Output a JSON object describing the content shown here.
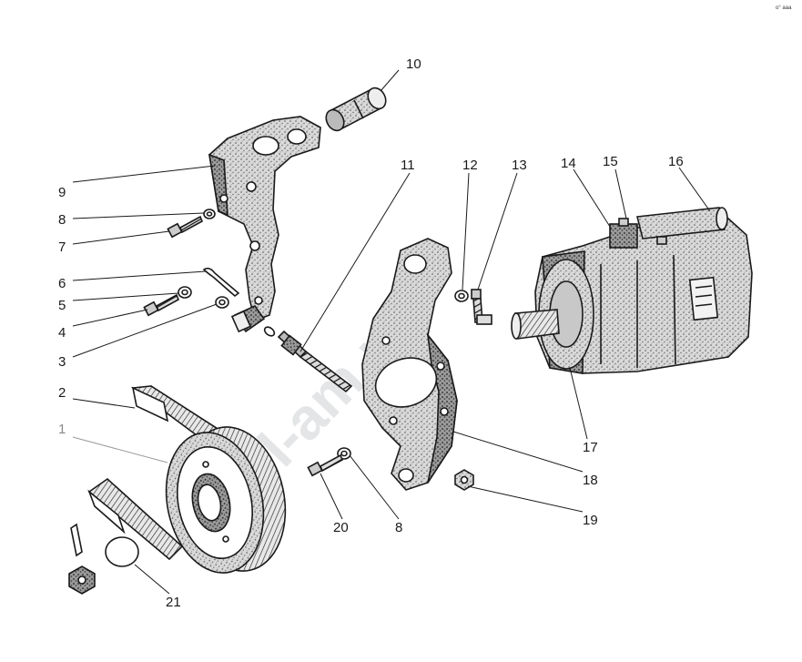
{
  "watermark": "mpl-am.ru",
  "corner_mark": "o° aaa",
  "callouts": {
    "c1": "1",
    "c2": "2",
    "c3": "3",
    "c4": "4",
    "c5": "5",
    "c6": "6",
    "c7": "7",
    "c8": "8",
    "c8b": "8",
    "c9": "9",
    "c10": "10",
    "c11": "11",
    "c12": "12",
    "c13": "13",
    "c14": "14",
    "c15": "15",
    "c16": "16",
    "c17": "17",
    "c18": "18",
    "c19": "19",
    "c20": "20",
    "c21": "21"
  },
  "colors": {
    "ink": "#1a1a1a",
    "shade": "#8c8c8c",
    "metal": "#cfcfcf",
    "paper": "#ffffff"
  }
}
